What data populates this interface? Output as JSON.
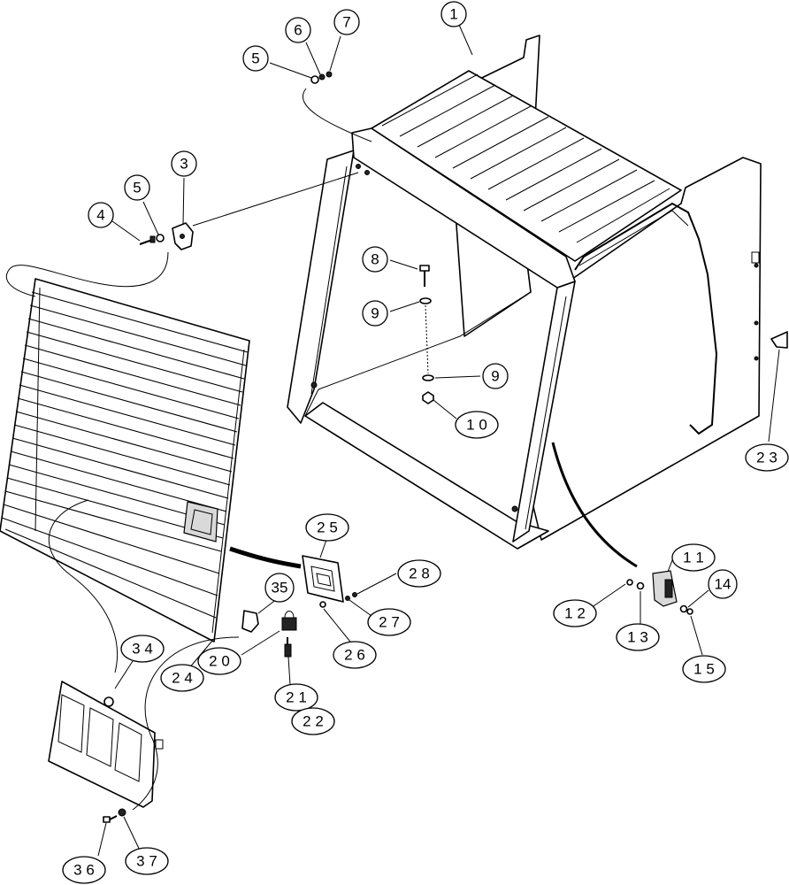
{
  "callouts": {
    "c1": "1",
    "c3": "3",
    "c4": "4",
    "c5a": "5",
    "c5b": "5",
    "c6": "6",
    "c7": "7",
    "c8": "8",
    "c9a": "9",
    "c9b": "9",
    "c10": "1 0",
    "c11": "1 1",
    "c12": "1 2",
    "c13": "1 3",
    "c14": "14",
    "c15": "1 5",
    "c20": "2 0",
    "c21": "2 1",
    "c22": "2 2",
    "c23": "2 3",
    "c24": "2 4",
    "c25": "2 5",
    "c26": "2 6",
    "c27": "2 7",
    "c28": "2 8",
    "c34": "3 4",
    "c35": "35",
    "c36": "3 6",
    "c37": "3 7"
  },
  "colors": {
    "line": "#000000",
    "background": "#ffffff"
  }
}
